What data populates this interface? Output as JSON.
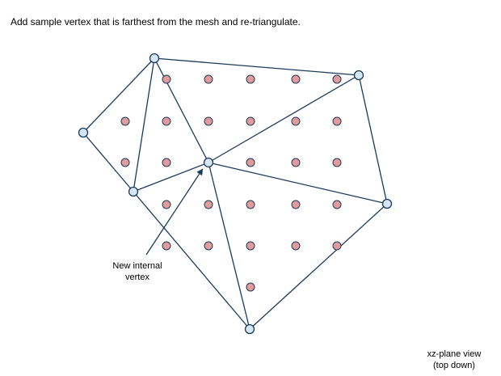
{
  "title": "Add sample vertex that is farthest from the mesh and re-triangulate.",
  "annotation": {
    "line1": "New internal",
    "line2": "vertex"
  },
  "view_label": {
    "line1": "xz-plane view",
    "line2": "(top down)"
  },
  "colors": {
    "edge": "#1b3a5c",
    "vertex_fill": "#d6e6f5",
    "sample_fill": "#e39a9a",
    "sample_stroke": "#1b3a5c"
  }
}
